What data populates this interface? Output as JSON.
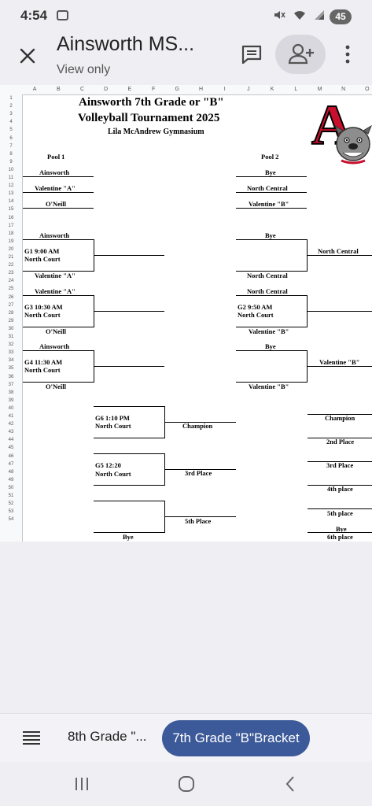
{
  "status": {
    "time": "4:54",
    "battery": "45"
  },
  "appbar": {
    "title": "Ainsworth MS...",
    "subtitle": "View only"
  },
  "sheet": {
    "columns": [
      "A",
      "B",
      "C",
      "D",
      "E",
      "F",
      "G",
      "H",
      "I",
      "J",
      "K",
      "L",
      "M",
      "N",
      "O"
    ],
    "rows": [
      "1",
      "2",
      "3",
      "4",
      "5",
      "6",
      "7",
      "8",
      "9",
      "10",
      "11",
      "12",
      "13",
      "14",
      "15",
      "16",
      "17",
      "18",
      "19",
      "20",
      "21",
      "22",
      "23",
      "24",
      "25",
      "26",
      "27",
      "28",
      "29",
      "30",
      "31",
      "32",
      "33",
      "34",
      "35",
      "36",
      "37",
      "38",
      "39",
      "40",
      "41",
      "42",
      "43",
      "44",
      "45",
      "46",
      "47",
      "48",
      "49",
      "50",
      "51",
      "52",
      "53",
      "54"
    ],
    "title_line1": "Ainsworth 7th Grade or \"B\"",
    "title_line2": "Volleyball Tournament 2025",
    "venue": "Lila McAndrew Gymnasium",
    "logo_letter": "A",
    "pool1": {
      "header": "Pool 1",
      "teams": [
        "Ainsworth",
        "Valentine \"A\"",
        "O'Neill"
      ],
      "g1_top": "Ainsworth",
      "g1_label": "G1     9:00 AM",
      "g1_court": "North Court",
      "g1_bottom": "Valentine \"A\"",
      "g3_top": "Valentine \"A\"",
      "g3_label": "G3     10:30 AM",
      "g3_court": "North Court",
      "g3_bottom": "O'Neill",
      "g4_top": "Ainsworth",
      "g4_label": "G4     11:30 AM",
      "g4_court": "North Court",
      "g4_bottom": "O'Neill"
    },
    "pool2": {
      "header": "Pool 2",
      "teams": [
        "Bye",
        "North Central",
        "Valentine \"B\""
      ],
      "m1_top": "Bye",
      "m1_bottom": "North Central",
      "m1_winner": "North Central",
      "g2_top": "North Central",
      "g2_label": "G2     9:50 AM",
      "g2_court": "North Court",
      "g2_bottom": "Valentine \"B\"",
      "m3_top": "Bye",
      "m3_bottom": "Valentine \"B\"",
      "m3_winner": "Valentine \"B\""
    },
    "finals": {
      "g6_label": "G6     1:10 PM",
      "g6_court": "North Court",
      "champion": "Champion",
      "g5_label": "G5         12:20",
      "g5_court": "North Court",
      "third": "3rd Place",
      "fifth": "5th Place",
      "bye": "Bye"
    },
    "standings": [
      "Champion",
      "2nd Place",
      "3rd Place",
      "4th place",
      "5th place",
      "Bye",
      "6th place"
    ]
  },
  "tabs": {
    "tab1": "8th Grade \"...",
    "tab2": "7th Grade \"B\"Bracket"
  },
  "colors": {
    "accent": "#3c5a99",
    "logo_red": "#c8102e"
  }
}
